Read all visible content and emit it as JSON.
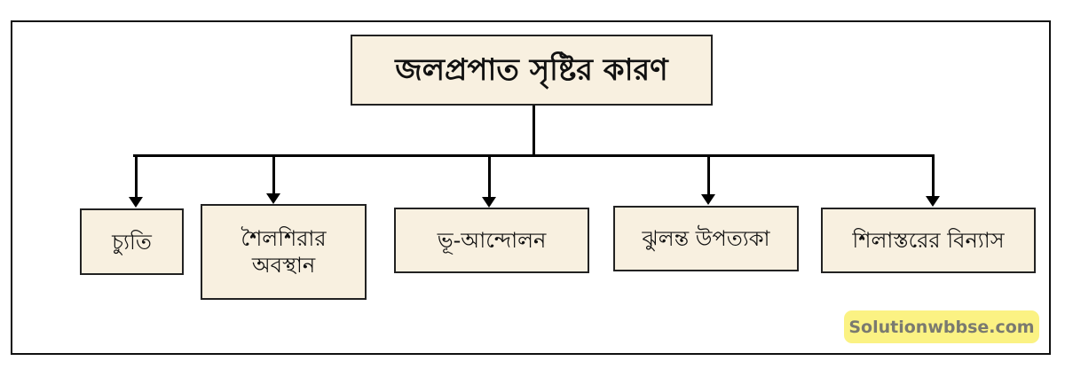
{
  "diagram": {
    "title": "জলপ্রপাত সৃষ্টির কারণ",
    "children": [
      {
        "label": "চ্যুতি"
      },
      {
        "label": "শৈলশিরার অবস্থান",
        "line1": "শৈলশিরার",
        "line2": "অবস্থান"
      },
      {
        "label": "ভূ-আন্দোলন"
      },
      {
        "label": "ঝুলন্ত উপত্যকা"
      },
      {
        "label": "শিলাস্তরের বিন্যাস"
      }
    ]
  },
  "colors": {
    "box_fill": "#f8f0e0",
    "border": "#222222",
    "watermark_bg": "#fbf283",
    "watermark_text": "#7a7a70"
  },
  "watermark": {
    "text": "Solutionwbbse.com"
  }
}
